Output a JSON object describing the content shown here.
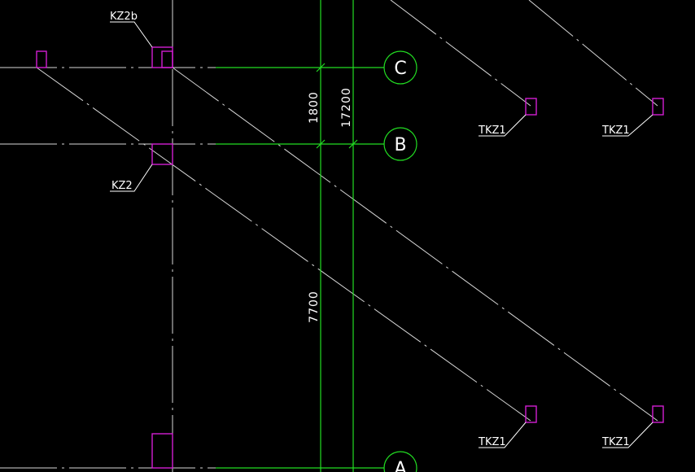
{
  "colors": {
    "background": "#000000",
    "grid_lines": "#d8d8d8",
    "dimension_green": "#22dd22",
    "column_magenta": "#d21ed2",
    "text": "#ffffff"
  },
  "axes": [
    {
      "label": "C"
    },
    {
      "label": "B"
    },
    {
      "label": "A"
    }
  ],
  "dimensions": {
    "seg_c_b": "1800",
    "total": "17200",
    "seg_b_a": "7700"
  },
  "column_labels": {
    "kz2b": "KZ2b",
    "kz2": "KZ2",
    "tkz1_upper_left": "TKZ1",
    "tkz1_upper_right": "TKZ1",
    "tkz1_lower_left": "TKZ1",
    "tkz1_lower_right": "TKZ1"
  }
}
